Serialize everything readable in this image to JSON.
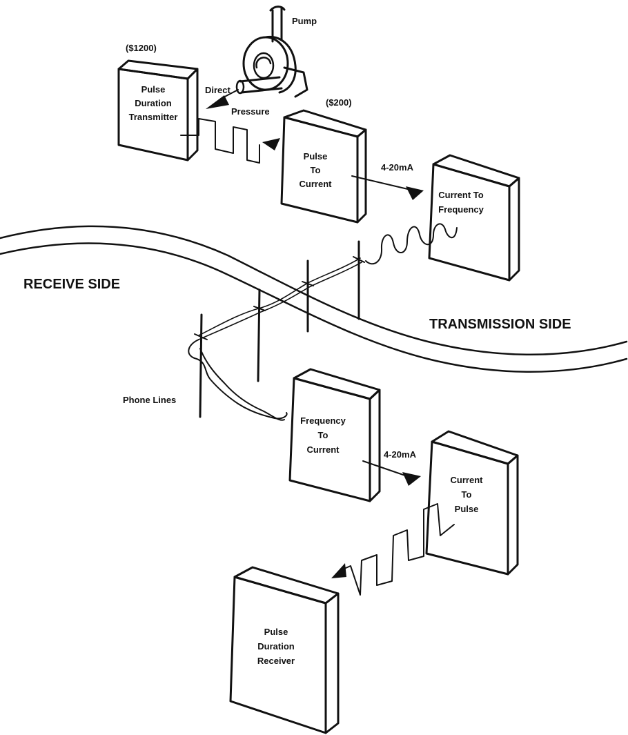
{
  "labels": {
    "pump": "Pump",
    "price_transmitter": "($1200)",
    "price_converter": "($200)",
    "direct": "Direct",
    "pressure": "Pressure",
    "signal_top": "4-20mA",
    "signal_bottom": "4-20mA",
    "receive_side": "RECEIVE SIDE",
    "transmission_side": "TRANSMISSION SIDE",
    "phone_lines": "Phone Lines"
  },
  "boxes": {
    "pulse_duration_transmitter": [
      "Pulse",
      "Duration",
      "Transmitter"
    ],
    "pulse_to_current": [
      "Pulse",
      "To",
      "Current"
    ],
    "current_to_frequency": [
      "Current  To",
      "Frequency"
    ],
    "frequency_to_current": [
      "Frequency",
      "To",
      "Current"
    ],
    "current_to_pulse": [
      "Current",
      "To",
      "Pulse"
    ],
    "pulse_duration_receiver": [
      "Pulse",
      "Duration",
      "Receiver"
    ]
  },
  "colors": {
    "ink": "#111111",
    "paper": "#ffffff"
  }
}
